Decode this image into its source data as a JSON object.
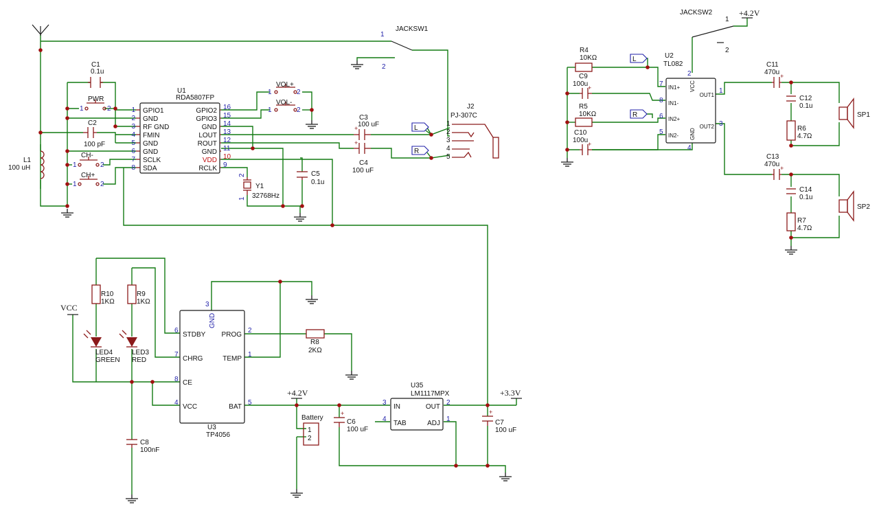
{
  "components": {
    "u1": {
      "ref": "U1",
      "part": "RDA5807FP",
      "left_pins": [
        {
          "num": "1",
          "name": "GPIO1"
        },
        {
          "num": "2",
          "name": "GND"
        },
        {
          "num": "3",
          "name": "RF GND"
        },
        {
          "num": "4",
          "name": "FMIN"
        },
        {
          "num": "5",
          "name": "GND"
        },
        {
          "num": "6",
          "name": "GND"
        },
        {
          "num": "7",
          "name": "SCLK"
        },
        {
          "num": "8",
          "name": "SDA"
        }
      ],
      "right_pins": [
        {
          "num": "16",
          "name": "GPIO2"
        },
        {
          "num": "15",
          "name": "GPIO3"
        },
        {
          "num": "14",
          "name": "GND"
        },
        {
          "num": "13",
          "name": "LOUT"
        },
        {
          "num": "12",
          "name": "ROUT"
        },
        {
          "num": "11",
          "name": "GND"
        },
        {
          "num": "10",
          "name": "VDD"
        },
        {
          "num": "9",
          "name": "RCLK"
        }
      ]
    },
    "u2": {
      "ref": "U2",
      "part": "TL082",
      "pins": [
        {
          "num": "7",
          "name": "IN1+"
        },
        {
          "num": "8",
          "name": "IN1-"
        },
        {
          "num": "6",
          "name": "IN2+"
        },
        {
          "num": "5",
          "name": "IN2-"
        },
        {
          "num": "1",
          "name": "OUT1"
        },
        {
          "num": "3",
          "name": "OUT2"
        },
        {
          "num": "2",
          "name": "VCC"
        },
        {
          "num": "4",
          "name": "GND"
        }
      ]
    },
    "u3": {
      "ref": "U3",
      "part": "TP4056",
      "left_pins": [
        {
          "num": "6",
          "name": "STDBY"
        },
        {
          "num": "7",
          "name": "CHRG"
        },
        {
          "num": "8",
          "name": "CE"
        },
        {
          "num": "4",
          "name": "VCC"
        }
      ],
      "right_pins": [
        {
          "num": "2",
          "name": "PROG"
        },
        {
          "num": "1",
          "name": "TEMP"
        },
        {
          "num": "5",
          "name": "BAT"
        }
      ],
      "top_pin": {
        "num": "3",
        "name": "GND"
      }
    },
    "u35": {
      "ref": "U35",
      "part": "LM1117MPX",
      "pins": [
        {
          "num": "3",
          "name": "IN"
        },
        {
          "num": "4",
          "name": "TAB"
        },
        {
          "num": "2",
          "name": "OUT"
        },
        {
          "num": "1",
          "name": "ADJ"
        }
      ]
    },
    "c1": {
      "ref": "C1",
      "value": "0.1u"
    },
    "c2": {
      "ref": "C2",
      "value": "100 pF"
    },
    "c3": {
      "ref": "C3",
      "value": "100 uF"
    },
    "c4": {
      "ref": "C4",
      "value": "100 uF"
    },
    "c5": {
      "ref": "C5",
      "value": "0.1u"
    },
    "c6": {
      "ref": "C6",
      "value": "100 uF"
    },
    "c7": {
      "ref": "C7",
      "value": "100 uF"
    },
    "c8": {
      "ref": "C8",
      "value": "100nF"
    },
    "c9": {
      "ref": "C9",
      "value": "100u"
    },
    "c10": {
      "ref": "C10",
      "value": "100u"
    },
    "c11": {
      "ref": "C11",
      "value": "470u"
    },
    "c12": {
      "ref": "C12",
      "value": "0.1u"
    },
    "c13": {
      "ref": "C13",
      "value": "470u"
    },
    "c14": {
      "ref": "C14",
      "value": "0.1u"
    },
    "r4": {
      "ref": "R4",
      "value": "10KΩ"
    },
    "r5": {
      "ref": "R5",
      "value": "10KΩ"
    },
    "r6": {
      "ref": "R6",
      "value": "4.7Ω"
    },
    "r7": {
      "ref": "R7",
      "value": "4.7Ω"
    },
    "r8": {
      "ref": "R8",
      "value": "2KΩ"
    },
    "r9": {
      "ref": "R9",
      "value": "1KΩ"
    },
    "r10": {
      "ref": "R10",
      "value": "1KΩ"
    },
    "l1": {
      "ref": "L1",
      "value": "100 uH"
    },
    "y1": {
      "ref": "Y1",
      "value": "32768Hz",
      "pin1": "1",
      "pin2": "2"
    },
    "led3": {
      "ref": "LED3",
      "value": "RED"
    },
    "led4": {
      "ref": "LED4",
      "value": "GREEN"
    },
    "j2": {
      "ref": "J2",
      "part": "PJ-307C",
      "pins": [
        "1",
        "2",
        "3",
        "4",
        "5"
      ]
    },
    "sp1": {
      "ref": "SP1"
    },
    "sp2": {
      "ref": "SP2"
    },
    "battery": {
      "ref": "Battery",
      "pin1": "1",
      "pin2": "2"
    },
    "jacksw1": {
      "ref": "JACKSW1",
      "pin1": "1",
      "pin2": "2"
    },
    "jacksw2": {
      "ref": "JACKSW2",
      "pin1": "1",
      "pin2": "2"
    },
    "pwr_btn": {
      "ref": "PWR",
      "pin1": "1",
      "pin2": "2"
    },
    "ch_minus_btn": {
      "ref": "CH-",
      "pin1": "1",
      "pin2": "2"
    },
    "ch_plus_btn": {
      "ref": "CH+",
      "pin1": "1",
      "pin2": "2"
    },
    "vol_plus_btn": {
      "ref": "VOL+",
      "pin1": "1",
      "pin2": "2"
    },
    "vol_minus_btn": {
      "ref": "VOL-",
      "pin1": "1",
      "pin2": "2"
    }
  },
  "power_labels": {
    "vcc": "VCC",
    "v42": "+4.2V",
    "v33": "+3.3V"
  },
  "net_labels": {
    "left": "L",
    "right": "R"
  },
  "colors": {
    "wire": "#127a12",
    "part": "#8b1a1a",
    "pin_number": "#1f1fa8",
    "vdd_pin": "#c01010",
    "junction": "#a01010"
  }
}
